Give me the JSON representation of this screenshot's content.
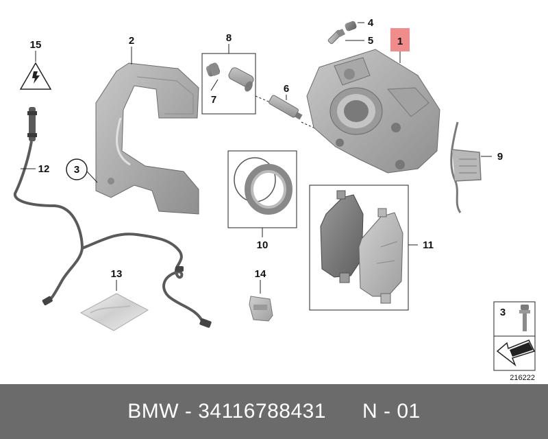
{
  "diagram": {
    "callouts": {
      "c1": "1",
      "c2": "2",
      "c3": "3",
      "c4": "4",
      "c5": "5",
      "c6": "6",
      "c7": "7",
      "c8": "8",
      "c9": "9",
      "c10": "10",
      "c11": "11",
      "c12": "12",
      "c13": "13",
      "c14": "14",
      "c15": "15"
    },
    "legend_box": {
      "number": "3",
      "code": "216222"
    }
  },
  "footer": {
    "text": "BMW - 34116788431      N - 01"
  },
  "colors": {
    "part_fill": "#b4b4b4",
    "part_dark": "#7d7d7d",
    "highlight": "#f08c8c",
    "footer_bg": "#6b6b6b"
  }
}
